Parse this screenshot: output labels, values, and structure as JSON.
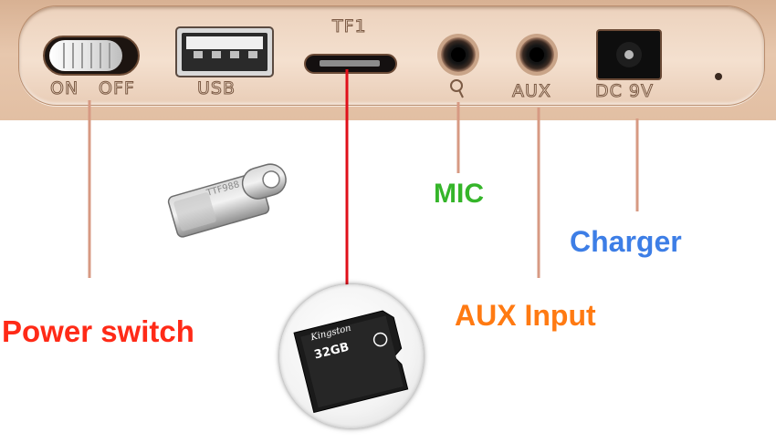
{
  "panel": {
    "switch_on_label": "ON",
    "switch_off_label": "OFF",
    "usb_label": "USB",
    "tf_label": "TF1",
    "aux_label": "AUX",
    "dc_label": "DC 9V"
  },
  "usb_drive": {
    "engraving": "TTF988"
  },
  "sd_card": {
    "brand": "Kingston",
    "capacity": "32GB"
  },
  "callouts": {
    "power": {
      "text": "Power switch",
      "color": "#ff2a17"
    },
    "mic": {
      "text": "MIC",
      "color": "#35b52a"
    },
    "aux": {
      "text": "AUX Input",
      "color": "#ff7a12"
    },
    "charger": {
      "text": "Charger",
      "color": "#3d7ee6"
    }
  },
  "colors": {
    "panel": "#e7c7ad",
    "leader_line": "#d79a83",
    "tf_leader": "#e0101a"
  }
}
